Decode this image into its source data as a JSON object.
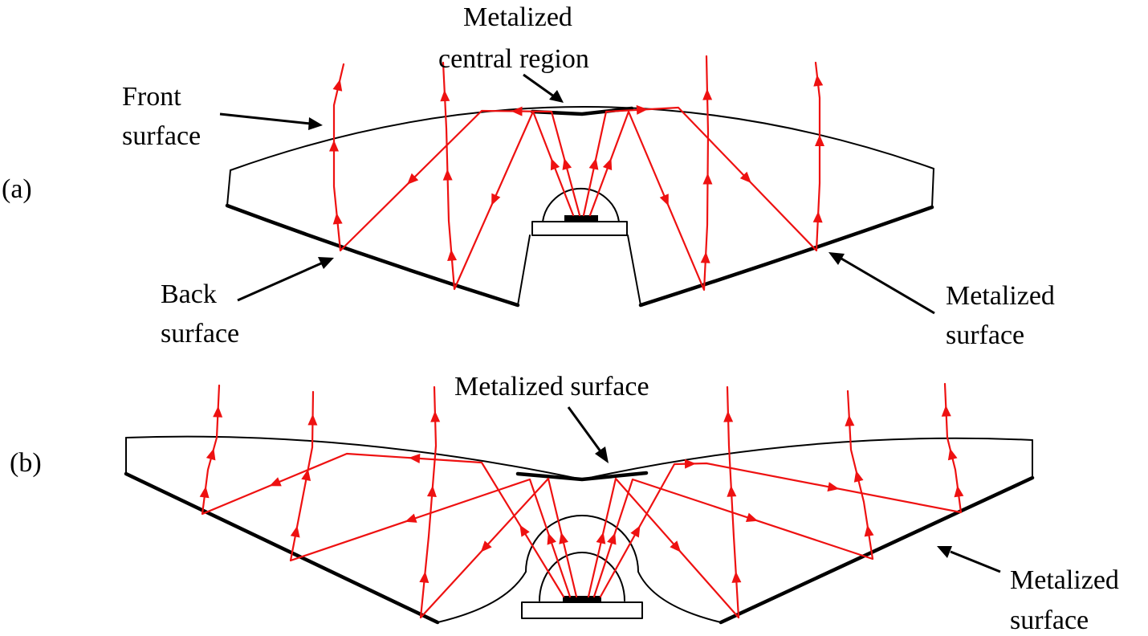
{
  "panel_a": {
    "panel_label": "(a)",
    "label_metalized_central": [
      "Metalized",
      "central region"
    ],
    "label_front_surface": [
      "Front",
      "surface"
    ],
    "label_back_surface": [
      "Back",
      "surface"
    ],
    "label_metalized_surface": [
      "Metalized",
      "surface"
    ]
  },
  "panel_b": {
    "panel_label": "(b)",
    "label_metalized_top": "Metalized surface",
    "label_metalized_surface": [
      "Metalized",
      "surface"
    ]
  },
  "colors": {
    "ray": "#ee1111",
    "outline": "#000000",
    "background": "#ffffff"
  }
}
